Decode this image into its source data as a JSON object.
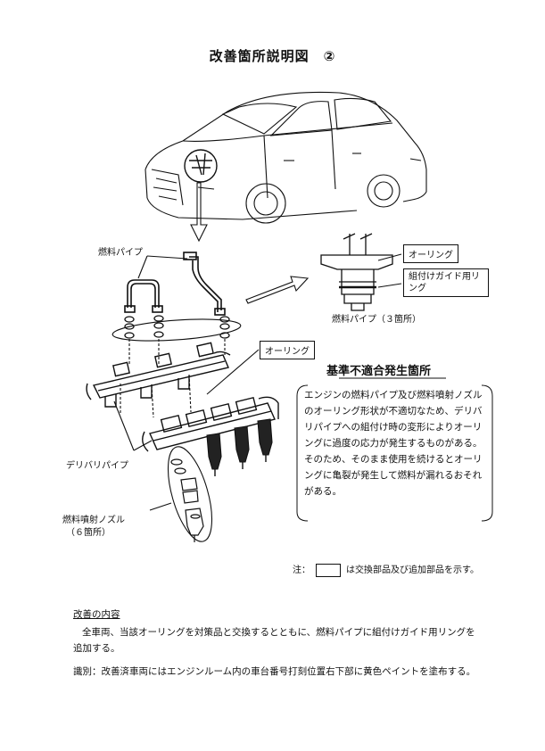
{
  "title": "改善箇所説明図　②",
  "labels": {
    "fuel_pipe": "燃料パイプ",
    "o_ring_top": "オーリング",
    "guide_ring": "組付けガイド用リング",
    "fuel_pipe_count": "燃料パイプ（３箇所）",
    "o_ring_mid": "オーリング",
    "delivery_pipe": "デリバリパイプ",
    "injector": "燃料噴射ノズル",
    "injector_count": "（６箇所）"
  },
  "defect_heading": "基準不適合発生箇所",
  "defect_text": "エンジンの燃料パイプ及び燃料噴射ノズルのオーリング形状が不適切なため、デリバリパイプへの組付け時の変形によりオーリングに過度の応力が発生するものがある。そのため、そのまま使用を続けるとオーリングに亀裂が発生して燃料が漏れるおそれがある。",
  "note": {
    "prefix": "注：",
    "suffix": "は交換部品及び追加部品を示す。"
  },
  "improvement": {
    "heading": "改善の内容",
    "text": "全車両、当該オーリングを対策品と交換するとともに、燃料パイプに組付けガイド用リングを追加する。",
    "identification": "識別：改善済車両にはエンジンルーム内の車台番号打刻位置右下部に黄色ペイントを塗布する。"
  }
}
